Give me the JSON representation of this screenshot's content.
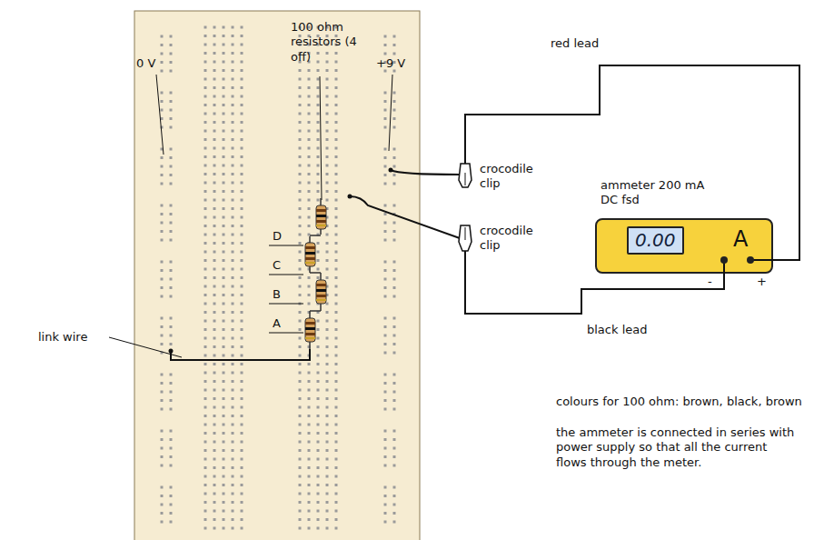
{
  "diagram": {
    "nodes": [
      {
        "text": [
          "ammeter 200 mA DC fsd",
          "A",
          "-",
          "+"
        ]
      },
      {
        "text": [
          "0.00"
        ],
        "in": 0
      }
    ],
    "labels": [
      "100 ohm resistors (4 off)",
      "0 V",
      "+9 V",
      "red lead",
      "crocodile clip",
      "crocodile clip",
      "D",
      "C",
      "B",
      "A",
      "link wire",
      "black lead",
      "colours for 100 ohm: brown, black, brown",
      "the ammeter is connected in series with power supply so that all the current flows through the meter."
    ]
  }
}
